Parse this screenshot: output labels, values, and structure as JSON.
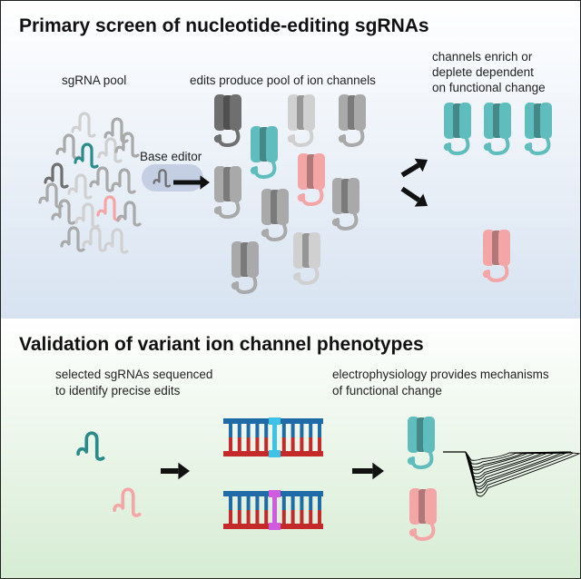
{
  "screen": {
    "title": "Primary screen of nucleotide-editing sgRNAs",
    "pool_label": "sgRNA pool",
    "base_editor_label": "Base editor",
    "edits_label": "edits produce pool of ion channels",
    "enrich_label_lines": [
      "channels enrich or",
      "deplete dependent",
      "on functional change"
    ]
  },
  "validation": {
    "title": "Validation of variant ion channel phenotypes",
    "sequenced_label_lines": [
      "selected sgRNAs sequenced",
      "to identify precise edits"
    ],
    "ephys_label_lines": [
      "electrophysiology provides mechanisms",
      "of functional change"
    ]
  },
  "colors": {
    "teal": "#5fbdbd",
    "teal_dark": "#2a8c8a",
    "pink": "#f4a6a6",
    "gray": "#a9a9a9",
    "gray_dark": "#6f6f6f",
    "gray_light": "#d0d0d0",
    "dna_blue": "#1e6ba8",
    "dna_red": "#c42a2a",
    "edit_cyan": "#3ec3e8",
    "edit_magenta": "#d05be0"
  }
}
